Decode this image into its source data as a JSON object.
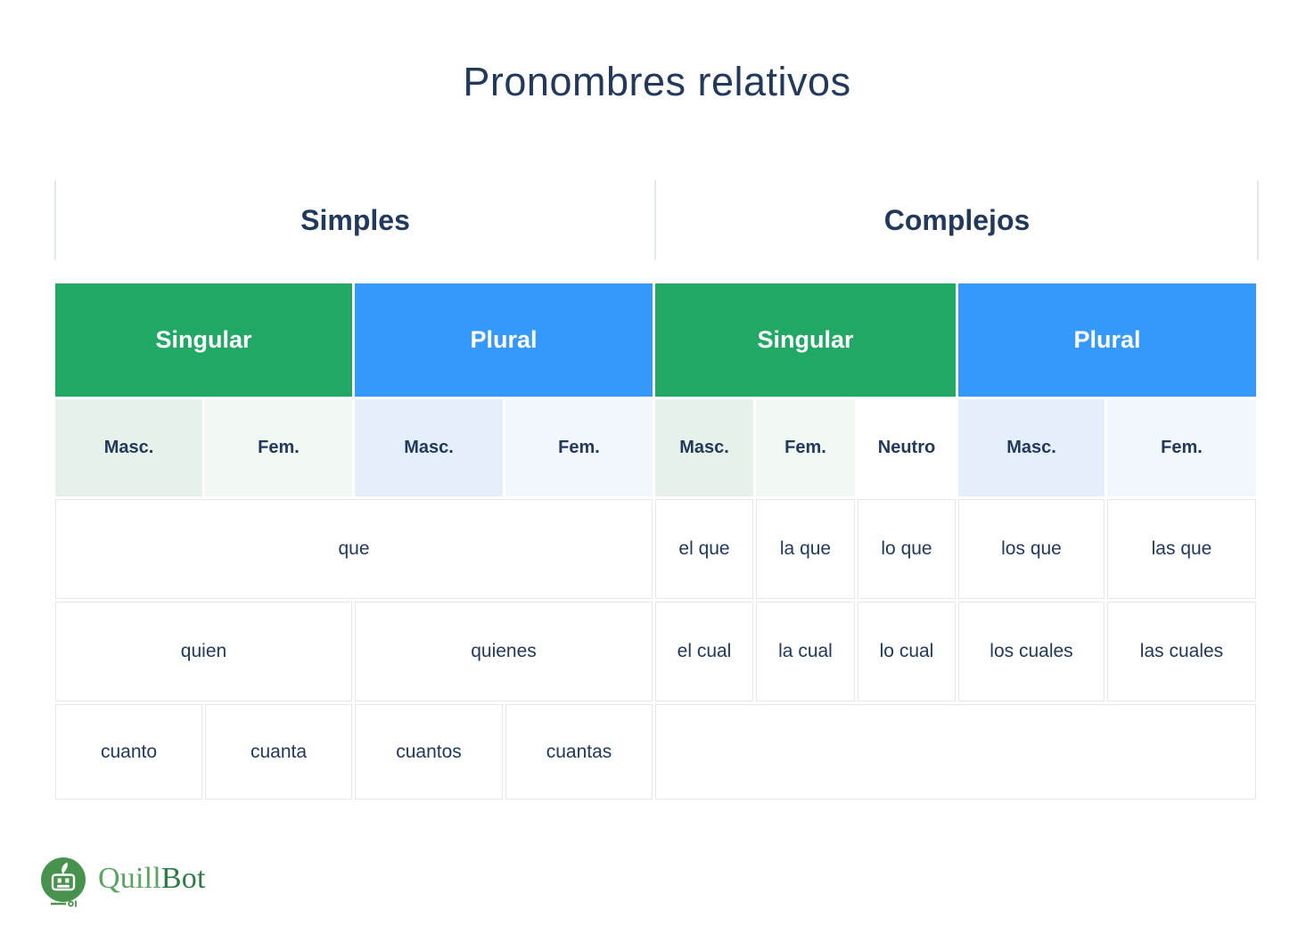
{
  "title": "Pronombres relativos",
  "sections": [
    {
      "label": "Simples"
    },
    {
      "label": "Complejos"
    }
  ],
  "table": {
    "bands": [
      "Singular",
      "Plural",
      "Singular",
      "Plural"
    ],
    "subheaders": [
      "Masc.",
      "Fem.",
      "Masc.",
      "Fem.",
      "Masc.",
      "Fem.",
      "Neutro",
      "Masc.",
      "Fem."
    ],
    "rows": [
      {
        "cells": [
          "que",
          "el que",
          "la que",
          "lo que",
          "los que",
          "las que"
        ]
      },
      {
        "cells": [
          "quien",
          "quienes",
          "el cual",
          "la cual",
          "lo cual",
          "los cuales",
          "las cuales"
        ]
      },
      {
        "cells": [
          "cuanto",
          "cuanta",
          "cuantos",
          "cuantas",
          ""
        ]
      }
    ]
  },
  "logo": {
    "quill": "Quill",
    "bot": "Bot",
    "icon": "quillbot-robot-icon"
  },
  "colors": {
    "navy_text": "#22395C",
    "green_header": "#21A865",
    "blue_header": "#3499FA",
    "tint_green_masc": "#E6F1E9",
    "tint_green_fem": "#F1F8F3",
    "tint_blue_masc": "#E5EFFB",
    "tint_blue_fem": "#F2F7FE",
    "cell_border": "#E4E7EB",
    "divider": "#E5E8EB",
    "logo_green": "#47934E",
    "logo_quill_text": "#5BA463",
    "logo_bot_text": "#2C7A45"
  }
}
